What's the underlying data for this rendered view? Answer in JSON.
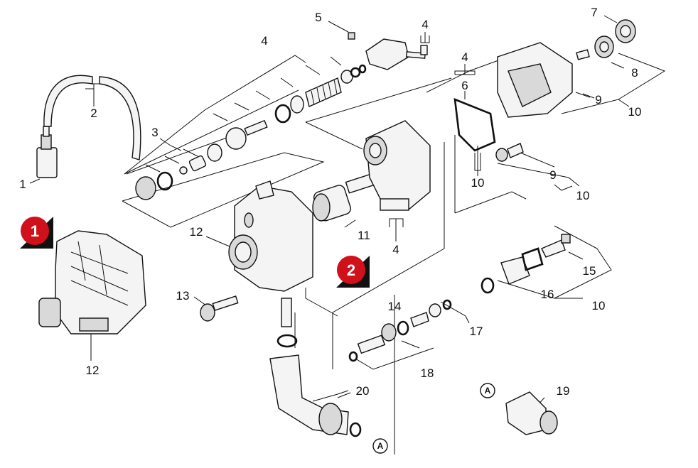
{
  "badges": {
    "view1": "1",
    "view2": "2"
  },
  "badge_color": "#d0101a",
  "circle_marker": "A",
  "labels": {
    "p1": "1",
    "p2": "2",
    "p3": "3",
    "p4a": "4",
    "p4b": "4",
    "p4c": "4",
    "p4d": "4",
    "p5": "5",
    "p6": "6",
    "p7": "7",
    "p8": "8",
    "p9a": "9",
    "p9b": "9",
    "p10a": "10",
    "p10b": "10",
    "p10c": "10",
    "p10d": "10",
    "p11": "11",
    "p12a": "12",
    "p12b": "12",
    "p13": "13",
    "p14": "14",
    "p15": "15",
    "p16": "16",
    "p17": "17",
    "p18": "18",
    "p19": "19",
    "p20": "20"
  }
}
